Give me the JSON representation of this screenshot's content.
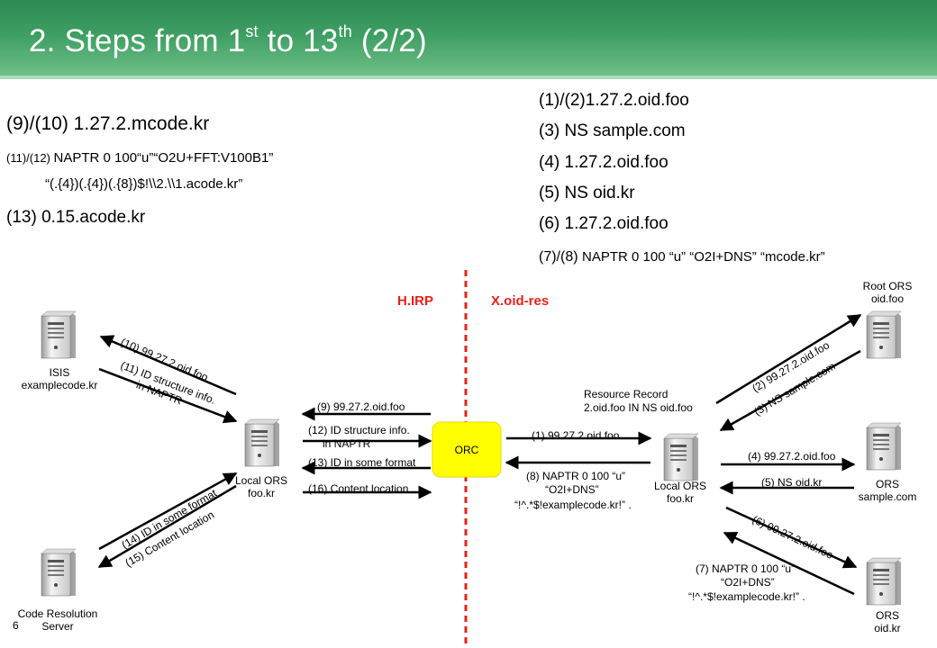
{
  "header": {
    "title_prefix": "2. Steps from 1",
    "title_sup1": "st",
    "title_mid": " to 13",
    "title_sup2": "th",
    "title_suffix": " (2/2)"
  },
  "left_steps": {
    "s9_10": "(9)/(10) 1.27.2.mcode.kr",
    "s11_12_prefix": "(11)/(12) ",
    "s11_12_line1": "NAPTR 0 100“u”“O2U+FFT:V100B1”",
    "s11_12_line2": "“(.{4})(.{4})(.{8})$!\\\\2.\\\\1.acode.kr”",
    "s13": "(13) 0.15.acode.kr"
  },
  "right_steps": {
    "s1_2": "(1)/(2)1.27.2.oid.foo",
    "s3": "(3) NS sample.com",
    "s4": "(4) 1.27.2.oid.foo",
    "s5": "(5) NS oid.kr",
    "s6": "(6) 1.27.2.oid.foo",
    "s7_8_prefix": "(7)/(8) ",
    "s7_8_text": "NAPTR 0 100 “u” “O2I+DNS” “mcode.kr”"
  },
  "diagram": {
    "hirp": "H.IRP",
    "xoid": "X.oid-res",
    "orc": "ORC",
    "isis": [
      "ISIS",
      "examplecode.kr"
    ],
    "local_left": [
      "Local ORS",
      "foo.kr"
    ],
    "code_res": [
      "Code Resolution",
      "Server"
    ],
    "local_right": [
      "Local ORS",
      "foo.kr"
    ],
    "root_ors": [
      "Root ORS",
      "oid.foo"
    ],
    "ors_sample": [
      "ORS",
      "sample.com"
    ],
    "ors_oidkr": [
      "ORS",
      "oid.kr"
    ],
    "resource_record": [
      "Resource Record",
      "2.oid.foo IN NS oid.foo"
    ],
    "a10": "(10) 99.27.2.oid.foo",
    "a11": [
      "(11) ID structure info.",
      "in NAPTR"
    ],
    "a9": "(9) 99.27.2.oid.foo",
    "a12": [
      "(12) ID structure info.",
      "in NAPTR"
    ],
    "a13": "(13) ID in some format",
    "a16": "(16) Content location",
    "a14": "(14) ID in some format",
    "a15": "(15) Content location",
    "a1": "(1) 99.27.2.oid.foo",
    "a8": [
      "(8) NAPTR 0 100 “u”",
      "“O2I+DNS”",
      "“!^.*$!examplecode.kr!” ."
    ],
    "a2": "(2) 99.27.2.oid.foo",
    "a3": "(3) NS sample.com",
    "a4": "(4) 99.27.2.oid.foo",
    "a5": "(5) NS oid.kr",
    "a6": "(6) 99.27.2.oid.foo",
    "a7": [
      "(7) NAPTR 0 100 “u”",
      "“O2I+DNS”",
      "“!^.*$!examplecode.kr!” ."
    ]
  },
  "footer": {
    "page_number": "6"
  },
  "colors": {
    "header_green": "#3f9f63",
    "orc_yellow": "#ffff00",
    "divider_red": "#e2231a"
  }
}
